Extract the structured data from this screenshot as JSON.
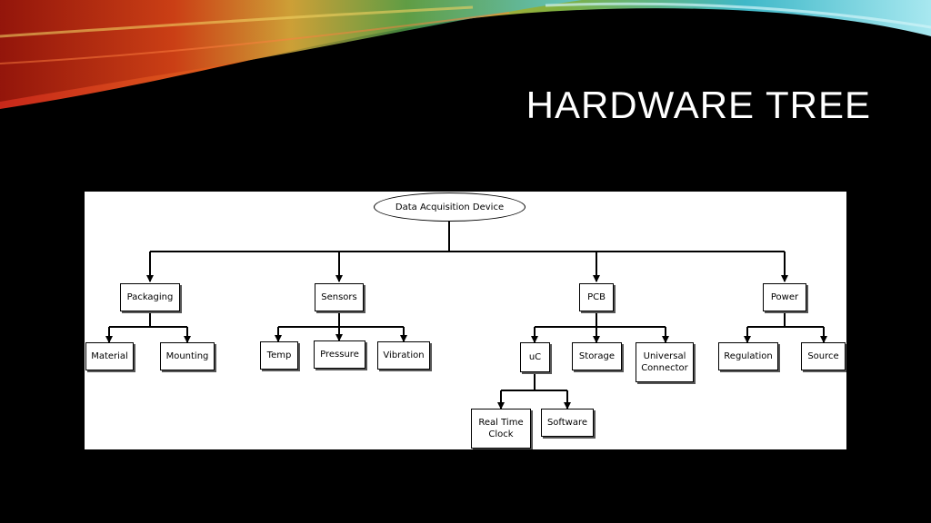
{
  "slide": {
    "title": "HARDWARE TREE"
  },
  "colors": {
    "background": "#000000",
    "diagram_bg": "#ffffff",
    "line": "#000000"
  },
  "tree": {
    "root": "Data Acquisition Device",
    "packaging": {
      "label": "Packaging",
      "children": [
        "Material",
        "Mounting"
      ]
    },
    "sensors": {
      "label": "Sensors",
      "children": [
        "Temp",
        "Pressure",
        "Vibration"
      ]
    },
    "pcb": {
      "label": "PCB",
      "uc": {
        "label": "uC",
        "children": [
          "Real Time Clock",
          "Software"
        ]
      },
      "storage": "Storage",
      "universal_connector": "Universal Connector"
    },
    "power": {
      "label": "Power",
      "children": [
        "Regulation",
        "Source"
      ]
    }
  }
}
